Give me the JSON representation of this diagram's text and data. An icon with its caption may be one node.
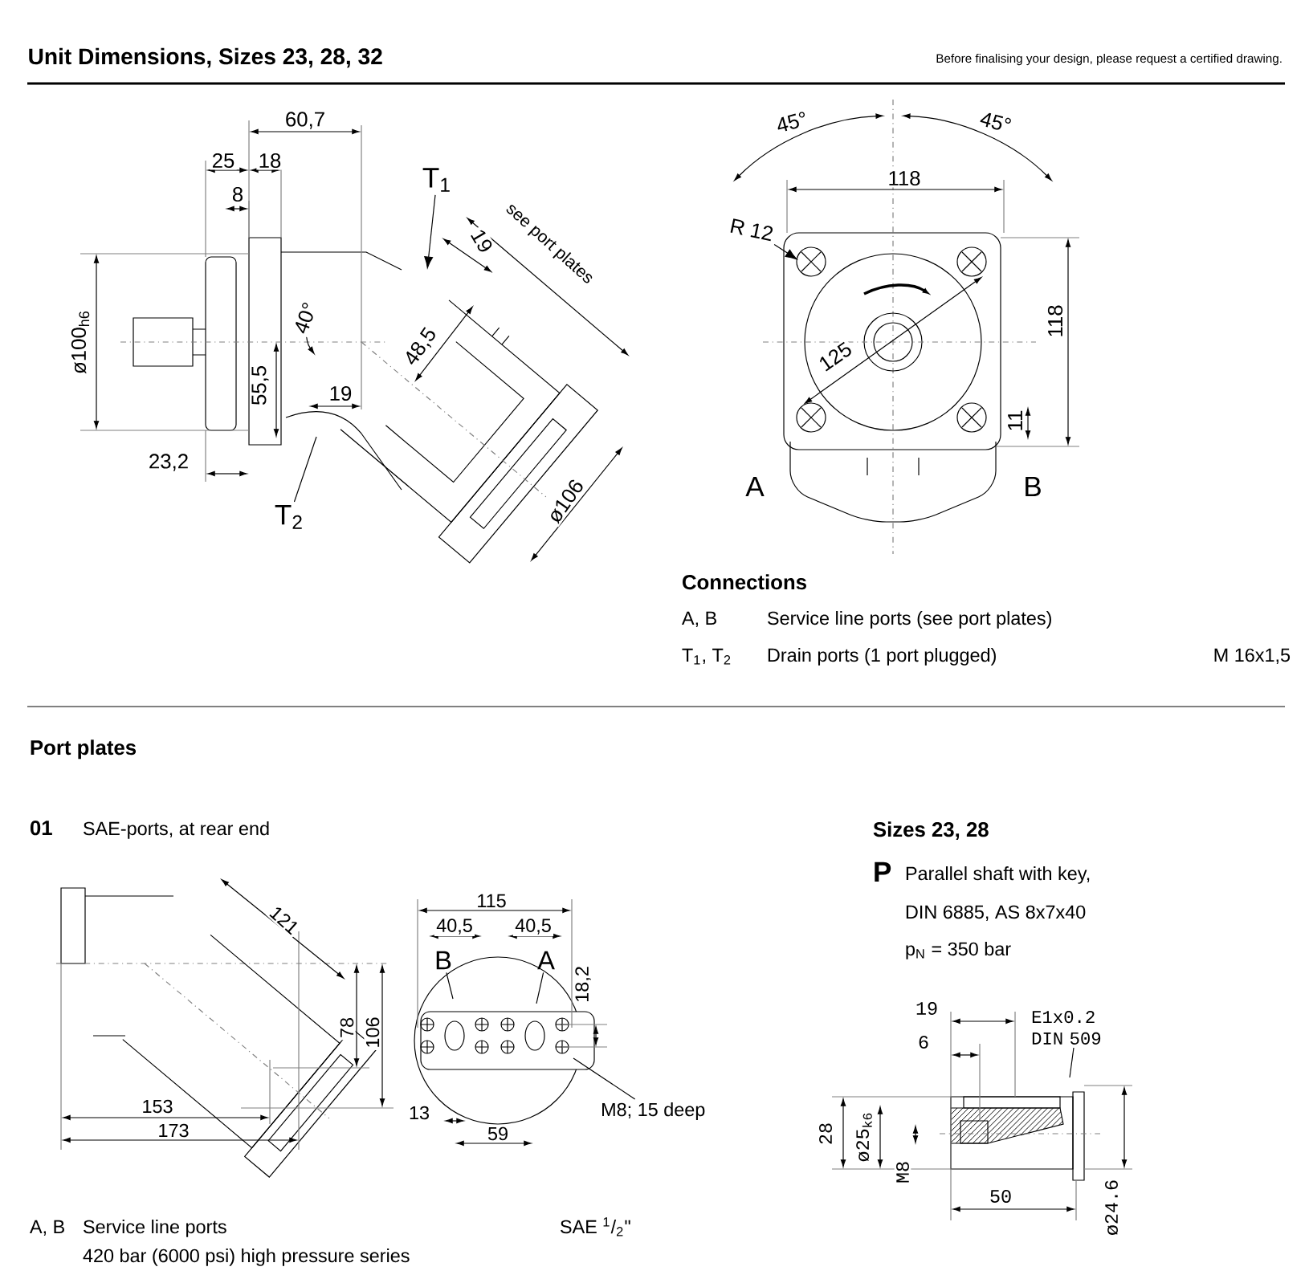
{
  "diagram": {
    "title": "Unit Dimensions, Sizes 23, 28, 32",
    "nodes": [
      {
        "text": [
          "T$_{1}$"
        ]
      },
      {
        "text": [
          "T$_{2}$"
        ]
      },
      {
        "text": [
          "R 12"
        ]
      },
      {
        "text": [
          "B"
        ]
      },
      {
        "text": [
          "A"
        ]
      },
      {
        "text": [
          "M8; 15 deep"
        ]
      },
      {
        "text": [
          "E1x0.2 DIN 509"
        ]
      }
    ],
    "edges": [
      {
        "from": 0,
        "to": null,
        "arrow": "to"
      },
      {
        "from": 1,
        "to": null,
        "arrow": "none"
      },
      {
        "from": 2,
        "to": null,
        "arrow": "to"
      },
      {
        "from": 3,
        "to": null,
        "arrow": "none"
      },
      {
        "from": 4,
        "to": null,
        "arrow": "none"
      },
      {
        "from": 5,
        "to": null,
        "arrow": "none"
      },
      {
        "from": 6,
        "to": null,
        "arrow": "none"
      }
    ],
    "labels": [
      "Before finalising your design, please request a certified drawing.",
      "60,7",
      "25",
      "18",
      "8",
      "ø100$_{h6}$",
      "40°",
      "19",
      "see port plates",
      "48,5",
      "55,5",
      "19",
      "23,2",
      "ø106",
      "45°",
      "45°",
      "118",
      "125",
      "118",
      "11",
      "A",
      "B",
      "Connections",
      "A, B",
      "Service line ports (see port plates)",
      "T$_{1}$, T$_{2}$",
      "Drain ports (1 port plugged)",
      "M 16x1,5",
      "Port plates",
      "01",
      "SAE-ports, at rear end",
      "121",
      "78",
      "106",
      "153",
      "173",
      "115",
      "40,5",
      "40,5",
      "18,2",
      "13",
      "59",
      "A, B",
      "Service line ports",
      "420 bar (6000 psi) high pressure series",
      "SAE $^{1}$/$_{2}$\"",
      "Sizes 23, 28",
      "P",
      "Parallel shaft with key,",
      "DIN 6885, AS 8x7x40",
      "p$_{N}$ = 350 bar",
      "19",
      "6",
      "28",
      "ø25$_{k6}$",
      "M8",
      "50",
      "ø24.6"
    ]
  }
}
